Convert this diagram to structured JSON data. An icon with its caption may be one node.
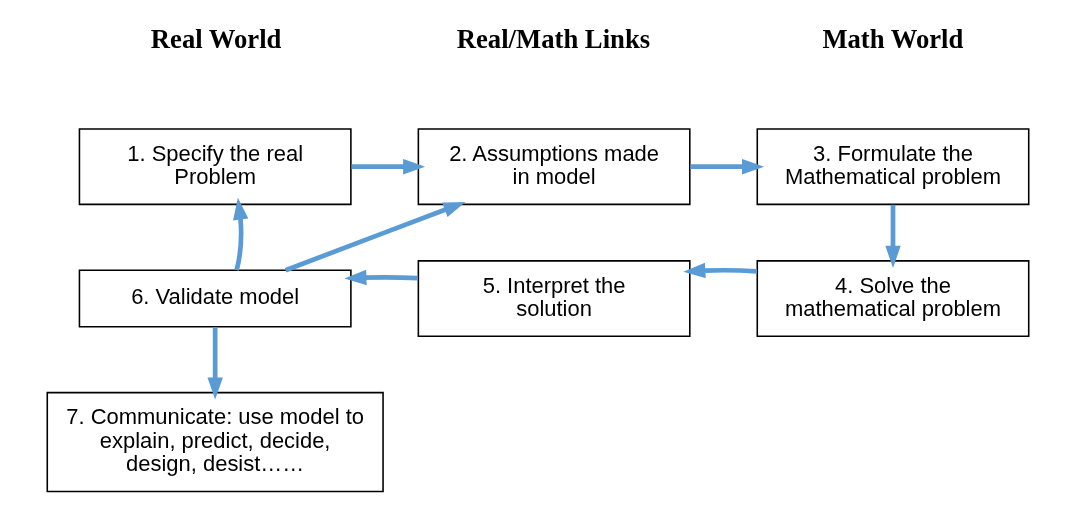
{
  "diagram": {
    "nodes": [
      {
        "text": [
          "1. Specify the real Problem"
        ]
      },
      {
        "text": [
          "2. Assumptions made in model"
        ]
      },
      {
        "text": [
          "3. Formulate the Mathematical problem"
        ]
      },
      {
        "text": [
          "6. Validate model"
        ]
      },
      {
        "text": [
          "5. Interpret the solution"
        ]
      },
      {
        "text": [
          "4. Solve the mathematical problem"
        ]
      },
      {
        "text": [
          "7. Communicate: use model to explain, predict, decide, design, desist……"
        ]
      }
    ],
    "edges": [
      {
        "from": 0,
        "to": 1,
        "arrow": "to"
      },
      {
        "from": 1,
        "to": 2,
        "arrow": "to"
      },
      {
        "from": 2,
        "to": 5,
        "arrow": "to"
      },
      {
        "from": 5,
        "to": 4,
        "arrow": "to"
      },
      {
        "from": 4,
        "to": 3,
        "arrow": "to"
      },
      {
        "from": 3,
        "to": 0,
        "arrow": "to"
      },
      {
        "from": 3,
        "to": 1,
        "arrow": "to"
      },
      {
        "from": 3,
        "to": 6,
        "arrow": "to"
      }
    ],
    "labels": [
      "Real World",
      "Real/Math Links",
      "Math World"
    ]
  }
}
